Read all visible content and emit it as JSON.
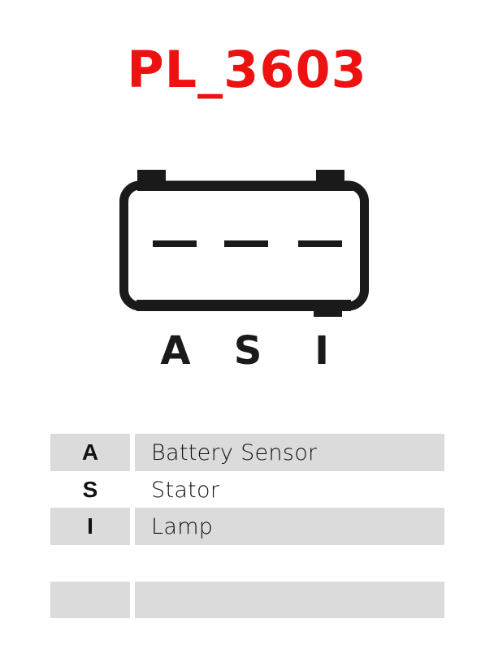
{
  "title": "PL_3603",
  "colors": {
    "title": "#ee1111",
    "connector": "#1a1a1a",
    "row_shade": "#dbdbdb"
  },
  "connector": {
    "pin_labels": [
      "A",
      "S",
      "I"
    ],
    "pin_count": 3
  },
  "legend": {
    "rows": [
      {
        "code": "A",
        "description": "Battery Sensor",
        "shaded": true
      },
      {
        "code": "S",
        "description": "Stator",
        "shaded": false
      },
      {
        "code": "I",
        "description": "Lamp",
        "shaded": true
      },
      {
        "code": "",
        "description": "",
        "shaded": false
      },
      {
        "code": "",
        "description": "",
        "shaded": true
      }
    ]
  }
}
